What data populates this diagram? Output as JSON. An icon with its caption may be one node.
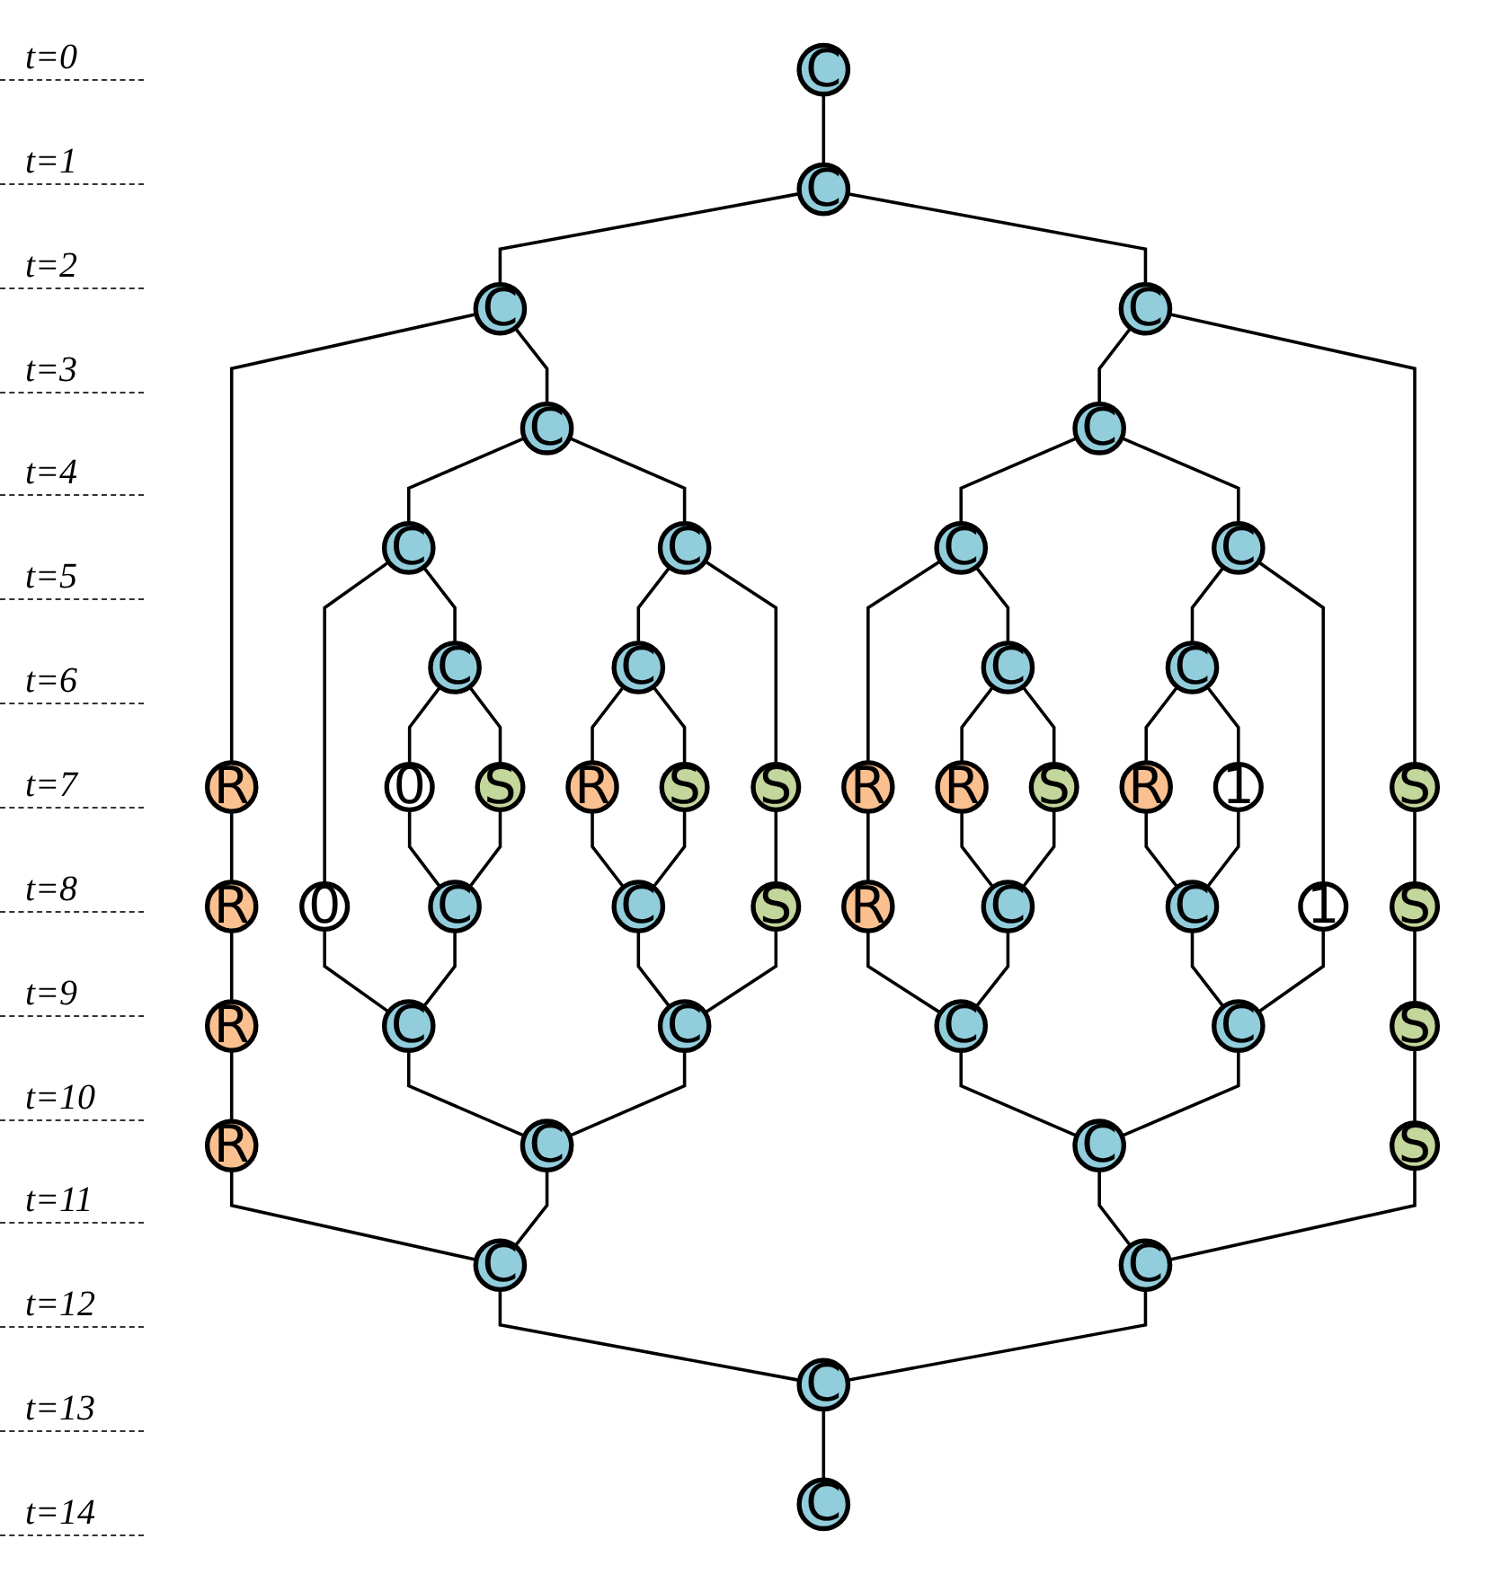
{
  "diagram": {
    "nodes": [
      {
        "text": [
          "C"
        ]
      },
      {
        "text": [
          "C"
        ]
      },
      {
        "text": [
          "C"
        ]
      },
      {
        "text": [
          "R"
        ]
      },
      {
        "text": [
          "C"
        ]
      },
      {
        "text": [
          "R"
        ]
      },
      {
        "text": [
          "C"
        ]
      },
      {
        "text": [
          "C"
        ]
      },
      {
        "text": [
          "S"
        ]
      },
      {
        "text": [
          "R"
        ]
      },
      {
        "text": [
          "C"
        ]
      },
      {
        "text": [
          "C"
        ]
      },
      {
        "text": [
          "C"
        ]
      },
      {
        "text": [
          "C"
        ]
      },
      {
        "text": [
          "S"
        ]
      },
      {
        "text": [
          "R"
        ]
      },
      {
        "text": [
          "C"
        ]
      },
      {
        "text": [
          "C"
        ]
      },
      {
        "text": [
          "S"
        ]
      },
      {
        "text": [
          "C"
        ]
      },
      {
        "text": [
          "C"
        ]
      },
      {
        "text": [
          "0"
        ]
      },
      {
        "text": [
          "0"
        ]
      },
      {
        "text": [
          "S"
        ]
      },
      {
        "text": [
          "R"
        ]
      },
      {
        "text": [
          "S"
        ]
      },
      {
        "text": [
          "S"
        ]
      },
      {
        "text": [
          "R"
        ]
      },
      {
        "text": [
          "R"
        ]
      },
      {
        "text": [
          "S"
        ]
      },
      {
        "text": [
          "R"
        ]
      },
      {
        "text": [
          "1"
        ]
      },
      {
        "text": [
          "1"
        ]
      },
      {
        "text": [
          "C"
        ]
      },
      {
        "text": [
          "C"
        ]
      },
      {
        "text": [
          "R"
        ]
      },
      {
        "text": [
          "C"
        ]
      },
      {
        "text": [
          "C"
        ]
      },
      {
        "text": [
          "S"
        ]
      },
      {
        "text": [
          "C"
        ]
      },
      {
        "text": [
          "C"
        ]
      },
      {
        "text": [
          "C"
        ]
      },
      {
        "text": [
          "C"
        ]
      },
      {
        "text": [
          "S"
        ]
      },
      {
        "text": [
          "C"
        ]
      },
      {
        "text": [
          "C"
        ]
      },
      {
        "text": [
          "C"
        ]
      },
      {
        "text": [
          "C"
        ]
      },
      {
        "text": [
          "C"
        ]
      },
      {
        "text": [
          "C"
        ]
      }
    ],
    "edges": [
      {
        "from": 0,
        "to": 1,
        "arrow": "none"
      },
      {
        "from": 1,
        "to": 2,
        "arrow": "none"
      },
      {
        "from": 1,
        "to": 4,
        "arrow": "none"
      },
      {
        "from": 2,
        "to": 3,
        "arrow": "none"
      },
      {
        "from": 2,
        "to": 6,
        "arrow": "none"
      },
      {
        "from": 3,
        "to": 5,
        "arrow": "none"
      },
      {
        "from": 5,
        "to": 9,
        "arrow": "none"
      },
      {
        "from": 9,
        "to": 15,
        "arrow": "none"
      },
      {
        "from": 4,
        "to": 7,
        "arrow": "none"
      },
      {
        "from": 4,
        "to": 8,
        "arrow": "none"
      },
      {
        "from": 6,
        "to": 10,
        "arrow": "none"
      },
      {
        "from": 6,
        "to": 11,
        "arrow": "none"
      },
      {
        "from": 7,
        "to": 12,
        "arrow": "none"
      },
      {
        "from": 7,
        "to": 13,
        "arrow": "none"
      },
      {
        "from": 8,
        "to": 14,
        "arrow": "none"
      },
      {
        "from": 10,
        "to": 21,
        "arrow": "none"
      },
      {
        "from": 10,
        "to": 16,
        "arrow": "none"
      },
      {
        "from": 11,
        "to": 17,
        "arrow": "none"
      },
      {
        "from": 11,
        "to": 18,
        "arrow": "none"
      },
      {
        "from": 12,
        "to": 27,
        "arrow": "none"
      },
      {
        "from": 12,
        "to": 19,
        "arrow": "none"
      },
      {
        "from": 13,
        "to": 20,
        "arrow": "none"
      },
      {
        "from": 13,
        "to": 32,
        "arrow": "none"
      },
      {
        "from": 14,
        "to": 38,
        "arrow": "none"
      },
      {
        "from": 16,
        "to": 22,
        "arrow": "none"
      },
      {
        "from": 16,
        "to": 23,
        "arrow": "none"
      },
      {
        "from": 17,
        "to": 24,
        "arrow": "none"
      },
      {
        "from": 17,
        "to": 25,
        "arrow": "none"
      },
      {
        "from": 18,
        "to": 26,
        "arrow": "none"
      },
      {
        "from": 19,
        "to": 28,
        "arrow": "none"
      },
      {
        "from": 19,
        "to": 29,
        "arrow": "none"
      },
      {
        "from": 20,
        "to": 30,
        "arrow": "none"
      },
      {
        "from": 20,
        "to": 31,
        "arrow": "none"
      },
      {
        "from": 22,
        "to": 33,
        "arrow": "none"
      },
      {
        "from": 23,
        "to": 33,
        "arrow": "none"
      },
      {
        "from": 24,
        "to": 34,
        "arrow": "none"
      },
      {
        "from": 25,
        "to": 34,
        "arrow": "none"
      },
      {
        "from": 27,
        "to": 35,
        "arrow": "none"
      },
      {
        "from": 28,
        "to": 36,
        "arrow": "none"
      },
      {
        "from": 29,
        "to": 36,
        "arrow": "none"
      },
      {
        "from": 30,
        "to": 37,
        "arrow": "none"
      },
      {
        "from": 31,
        "to": 37,
        "arrow": "none"
      },
      {
        "from": 21,
        "to": 39,
        "arrow": "none"
      },
      {
        "from": 33,
        "to": 39,
        "arrow": "none"
      },
      {
        "from": 34,
        "to": 40,
        "arrow": "none"
      },
      {
        "from": 26,
        "to": 40,
        "arrow": "none"
      },
      {
        "from": 35,
        "to": 41,
        "arrow": "none"
      },
      {
        "from": 36,
        "to": 41,
        "arrow": "none"
      },
      {
        "from": 37,
        "to": 42,
        "arrow": "none"
      },
      {
        "from": 32,
        "to": 42,
        "arrow": "none"
      },
      {
        "from": 38,
        "to": 43,
        "arrow": "none"
      },
      {
        "from": 39,
        "to": 44,
        "arrow": "none"
      },
      {
        "from": 40,
        "to": 44,
        "arrow": "none"
      },
      {
        "from": 41,
        "to": 45,
        "arrow": "none"
      },
      {
        "from": 42,
        "to": 45,
        "arrow": "none"
      },
      {
        "from": 15,
        "to": 46,
        "arrow": "none"
      },
      {
        "from": 44,
        "to": 46,
        "arrow": "none"
      },
      {
        "from": 45,
        "to": 47,
        "arrow": "none"
      },
      {
        "from": 43,
        "to": 47,
        "arrow": "none"
      },
      {
        "from": 46,
        "to": 48,
        "arrow": "none"
      },
      {
        "from": 47,
        "to": 48,
        "arrow": "none"
      },
      {
        "from": 48,
        "to": 49,
        "arrow": "none"
      }
    ],
    "labels": [
      "t=0",
      "t=1",
      "t=2",
      "t=3",
      "t=4",
      "t=5",
      "t=6",
      "t=7",
      "t=8",
      "t=9",
      "t=10",
      "t=11",
      "t=12",
      "t=13",
      "t=14"
    ]
  }
}
